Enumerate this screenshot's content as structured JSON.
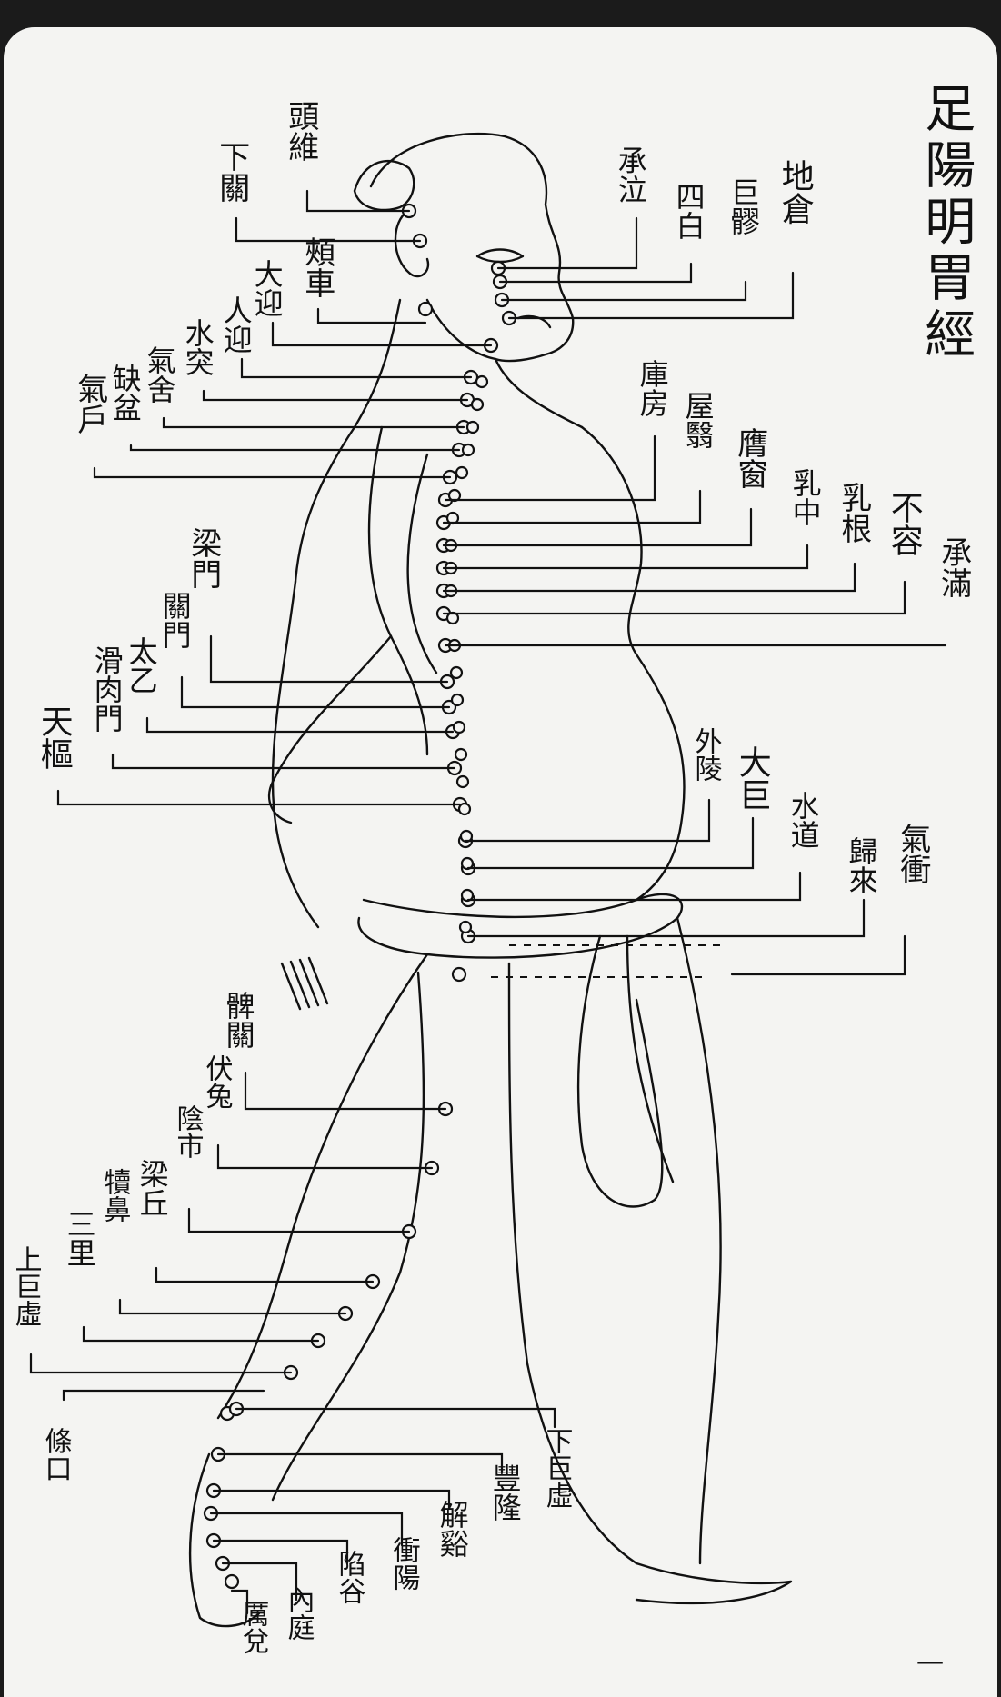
{
  "title": "足陽明胃經",
  "page_number": "一",
  "points": [
    {
      "id": "tou-wei",
      "label": "頭維"
    },
    {
      "id": "xia-guan",
      "label": "下關"
    },
    {
      "id": "jia-che",
      "label": "頰車"
    },
    {
      "id": "cheng-qi",
      "label": "承泣"
    },
    {
      "id": "si-bai",
      "label": "四白"
    },
    {
      "id": "ju-liao",
      "label": "巨髎"
    },
    {
      "id": "di-cang",
      "label": "地倉"
    },
    {
      "id": "da-ying",
      "label": "大迎"
    },
    {
      "id": "ren-ying",
      "label": "人迎"
    },
    {
      "id": "shui-tu",
      "label": "水突"
    },
    {
      "id": "qi-she",
      "label": "氣舍"
    },
    {
      "id": "que-pen",
      "label": "缺盆"
    },
    {
      "id": "qi-hu",
      "label": "氣戶"
    },
    {
      "id": "ku-fang",
      "label": "庫房"
    },
    {
      "id": "wu-yi",
      "label": "屋翳"
    },
    {
      "id": "ying-chuang",
      "label": "膺窗"
    },
    {
      "id": "ru-zhong",
      "label": "乳中"
    },
    {
      "id": "ru-gen",
      "label": "乳根"
    },
    {
      "id": "bu-rong",
      "label": "不容"
    },
    {
      "id": "cheng-man",
      "label": "承滿"
    },
    {
      "id": "liang-men",
      "label": "梁門"
    },
    {
      "id": "guan-men",
      "label": "關門"
    },
    {
      "id": "tai-yi",
      "label": "太乙"
    },
    {
      "id": "hua-rou-men",
      "label": "滑肉門"
    },
    {
      "id": "tian-shu",
      "label": "天樞"
    },
    {
      "id": "wai-ling",
      "label": "外陵"
    },
    {
      "id": "da-ju",
      "label": "大巨"
    },
    {
      "id": "shui-dao",
      "label": "水道"
    },
    {
      "id": "gui-lai",
      "label": "歸來"
    },
    {
      "id": "qi-chong",
      "label": "氣衝"
    },
    {
      "id": "bi-guan",
      "label": "髀關"
    },
    {
      "id": "fu-tu",
      "label": "伏兔"
    },
    {
      "id": "yin-shi",
      "label": "陰市"
    },
    {
      "id": "liang-qiu",
      "label": "梁丘"
    },
    {
      "id": "du-bi",
      "label": "犢鼻"
    },
    {
      "id": "san-li",
      "label": "三里"
    },
    {
      "id": "shang-ju-xu",
      "label": "上巨虛"
    },
    {
      "id": "tiao-kou",
      "label": "條口"
    },
    {
      "id": "xia-ju-xu",
      "label": "下巨虛"
    },
    {
      "id": "feng-long",
      "label": "豐隆"
    },
    {
      "id": "jie-xi",
      "label": "解谿"
    },
    {
      "id": "chong-yang",
      "label": "衝陽"
    },
    {
      "id": "xian-gu",
      "label": "陷谷"
    },
    {
      "id": "nei-ting",
      "label": "內庭"
    },
    {
      "id": "li-dui",
      "label": "厲兌"
    }
  ]
}
